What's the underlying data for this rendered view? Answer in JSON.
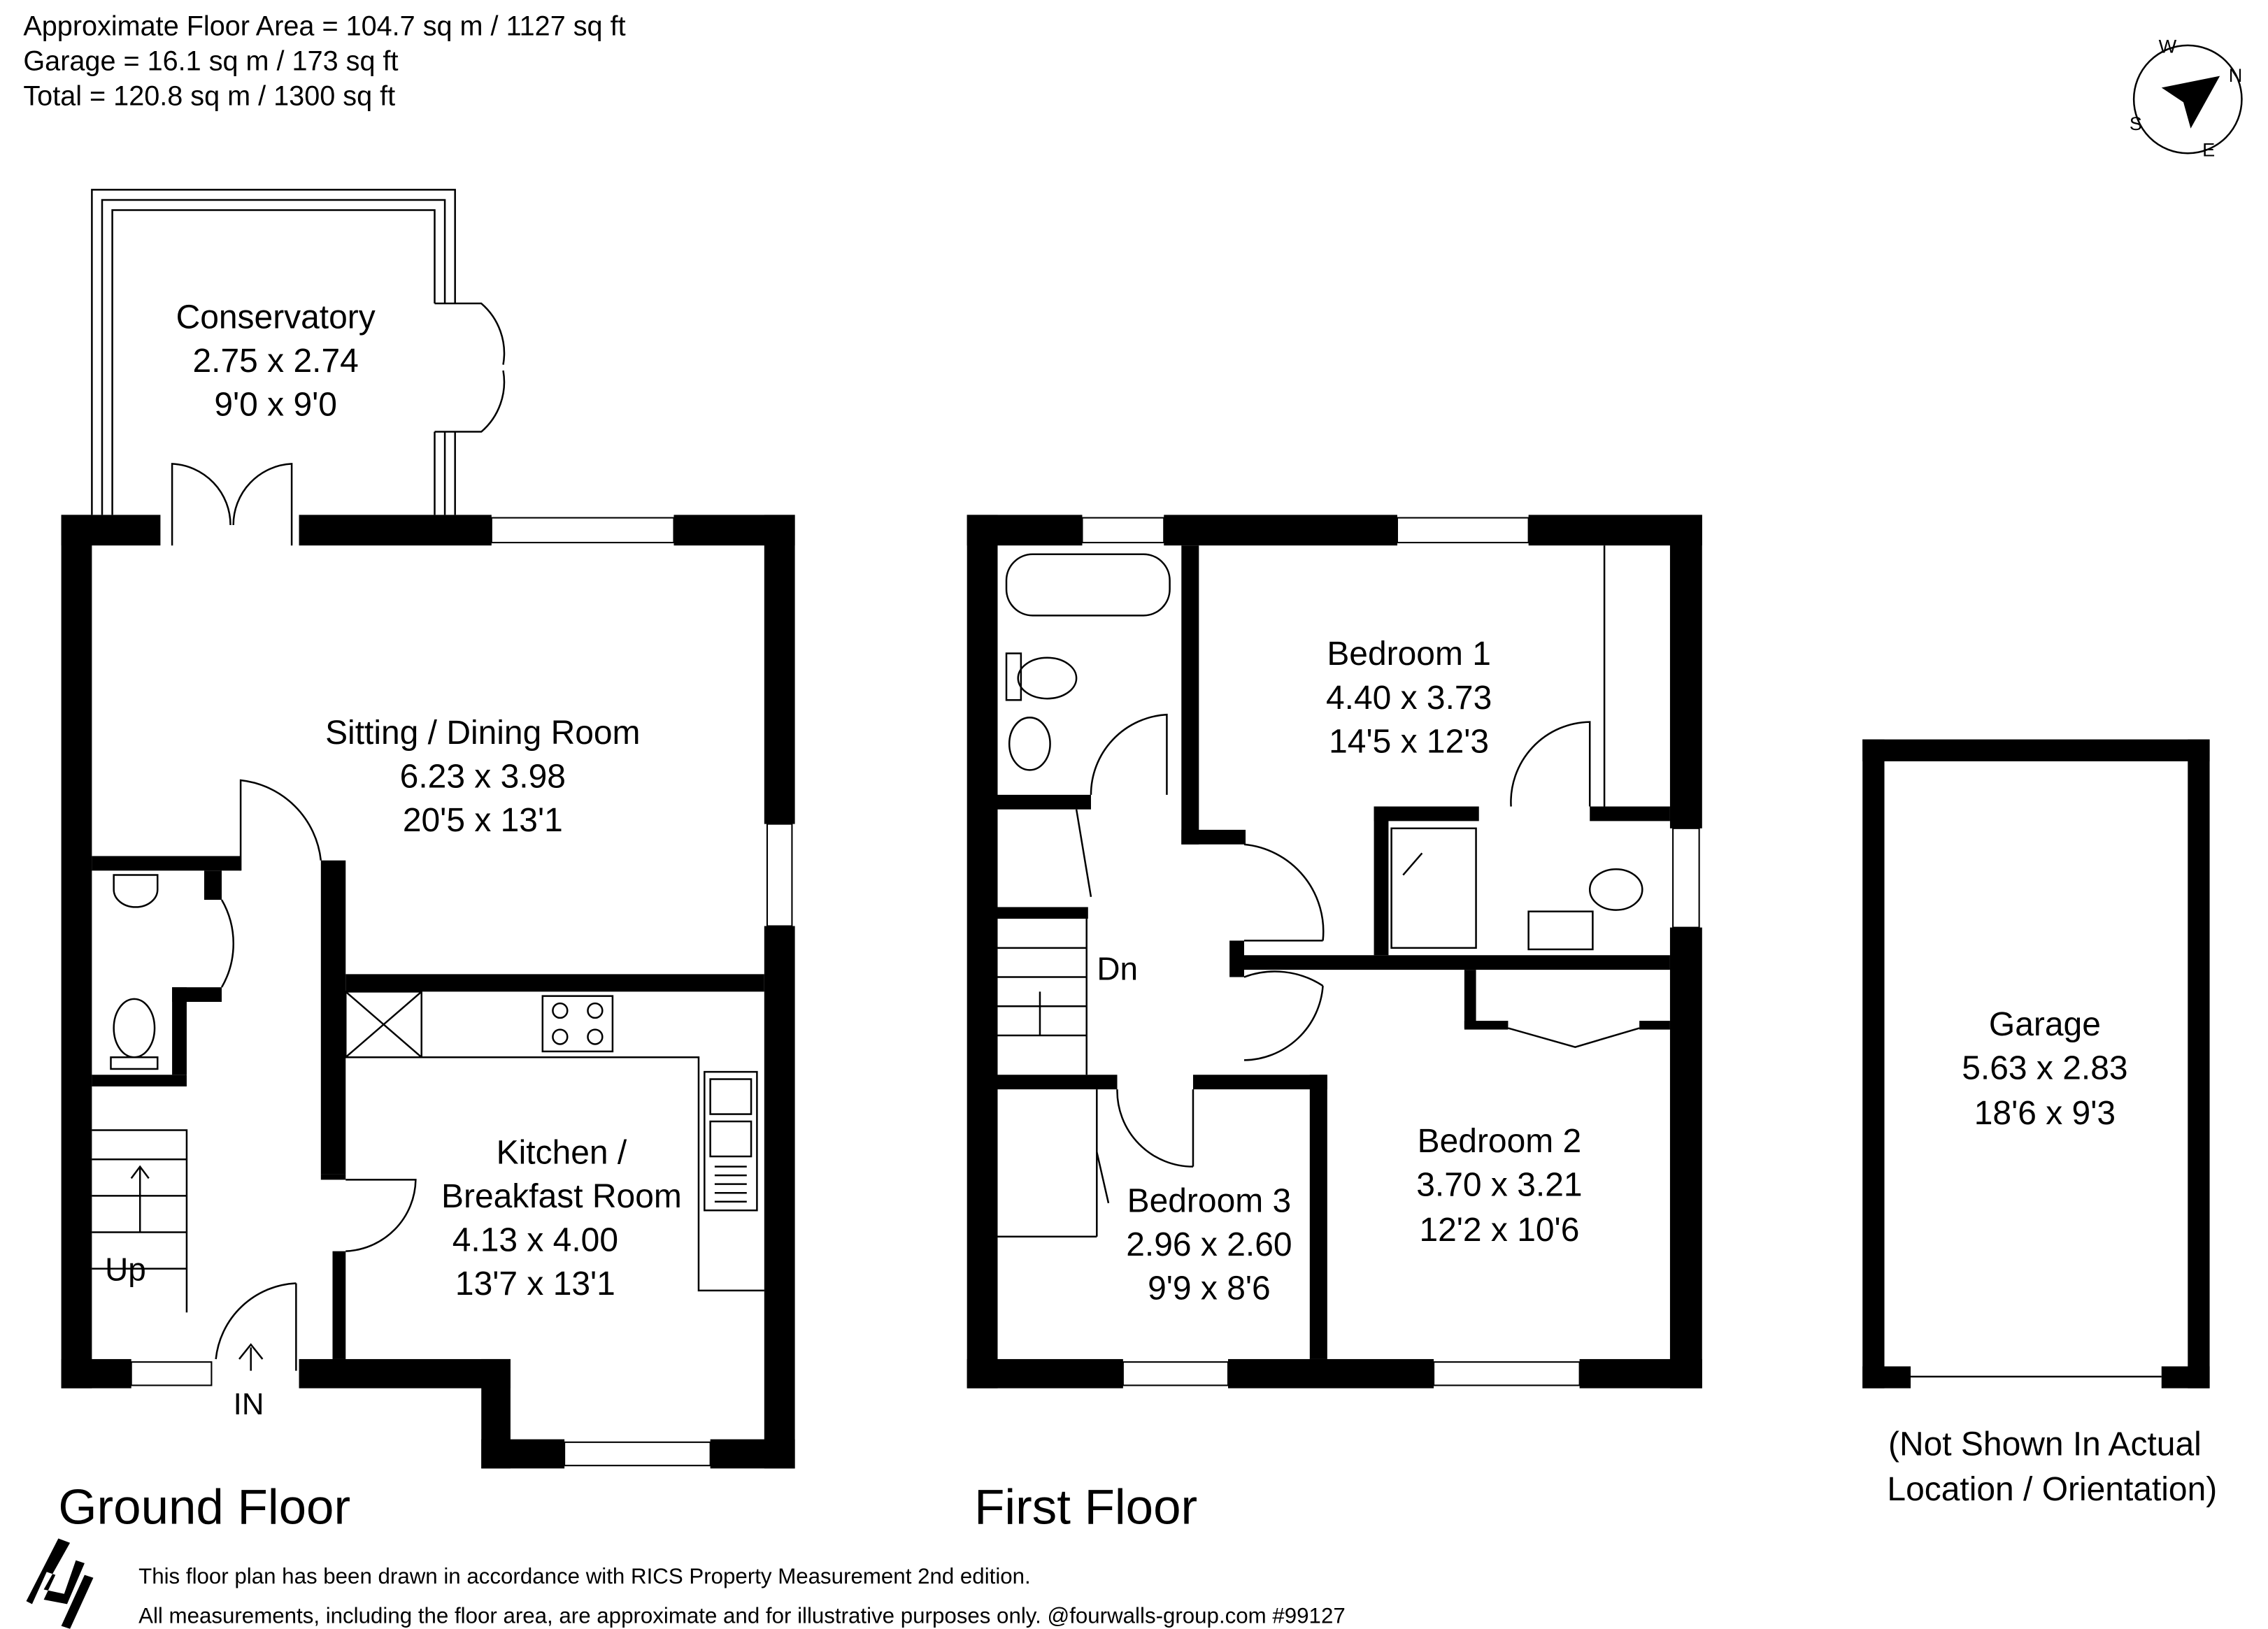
{
  "header": {
    "area_line": "Approximate Floor Area = 104.7 sq m / 1127 sq ft",
    "garage_line": "Garage = 16.1 sq m / 173 sq ft",
    "total_line": "Total = 120.8 sq m / 1300 sq ft"
  },
  "compass": {
    "n": "N",
    "e": "E",
    "s": "S",
    "w": "W"
  },
  "ground_floor": {
    "title": "Ground Floor",
    "rooms": [
      {
        "name": "Conservatory",
        "metric": "2.75 x 2.74",
        "imperial": "9'0 x 9'0"
      },
      {
        "name": "Sitting / Dining Room",
        "metric": "6.23 x 3.98",
        "imperial": "20'5 x 13'1"
      },
      {
        "name": "Kitchen /",
        "name2": "Breakfast Room",
        "metric": "4.13 x 4.00",
        "imperial": "13'7 x 13'1"
      }
    ],
    "up_label": "Up",
    "in_label": "IN"
  },
  "first_floor": {
    "title": "First Floor",
    "rooms": [
      {
        "name": "Bedroom 1",
        "metric": "4.40 x 3.73",
        "imperial": "14'5 x 12'3"
      },
      {
        "name": "Bedroom 2",
        "metric": "3.70 x 3.21",
        "imperial": "12'2 x 10'6"
      },
      {
        "name": "Bedroom 3",
        "metric": "2.96 x 2.60",
        "imperial": "9'9 x 8'6"
      }
    ],
    "dn_label": "Dn"
  },
  "garage": {
    "name": "Garage",
    "metric": "5.63 x 2.83",
    "imperial": "18'6 x 9'3",
    "note_line1": "(Not Shown In Actual",
    "note_line2": "Location / Orientation)"
  },
  "footer": {
    "line1": "This floor plan has been drawn in accordance with RICS Property Measurement 2nd edition.",
    "line2": "All measurements, including the floor area, are approximate and for illustrative purposes only. @fourwalls-group.com #99127"
  }
}
